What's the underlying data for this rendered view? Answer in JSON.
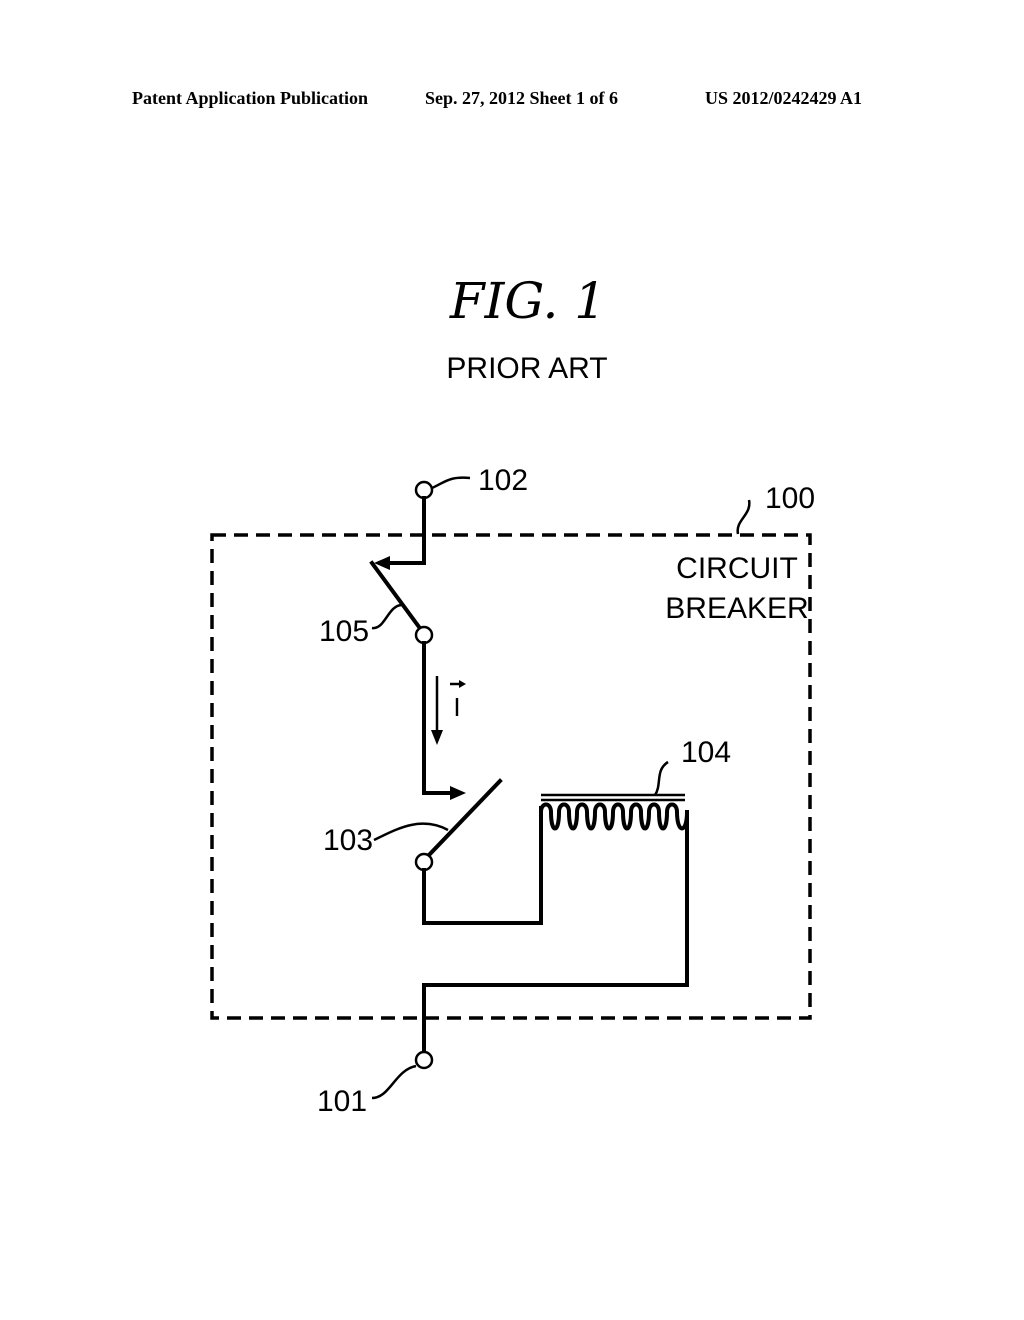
{
  "header": {
    "publication": "Patent Application Publication",
    "date_sheet": "Sep. 27, 2012   Sheet 1 of 6",
    "number": "US 2012/0242429 A1"
  },
  "figure": {
    "title": "FIG.  1",
    "subtitle": "PRIOR ART",
    "box_label_line1": "CIRCUIT",
    "box_label_line2": "BREAKER",
    "current_symbol": "I",
    "refs": {
      "breaker": "100",
      "terminal_bottom": "101",
      "terminal_top": "102",
      "switch_lower": "103",
      "coil": "104",
      "switch_upper": "105"
    }
  }
}
